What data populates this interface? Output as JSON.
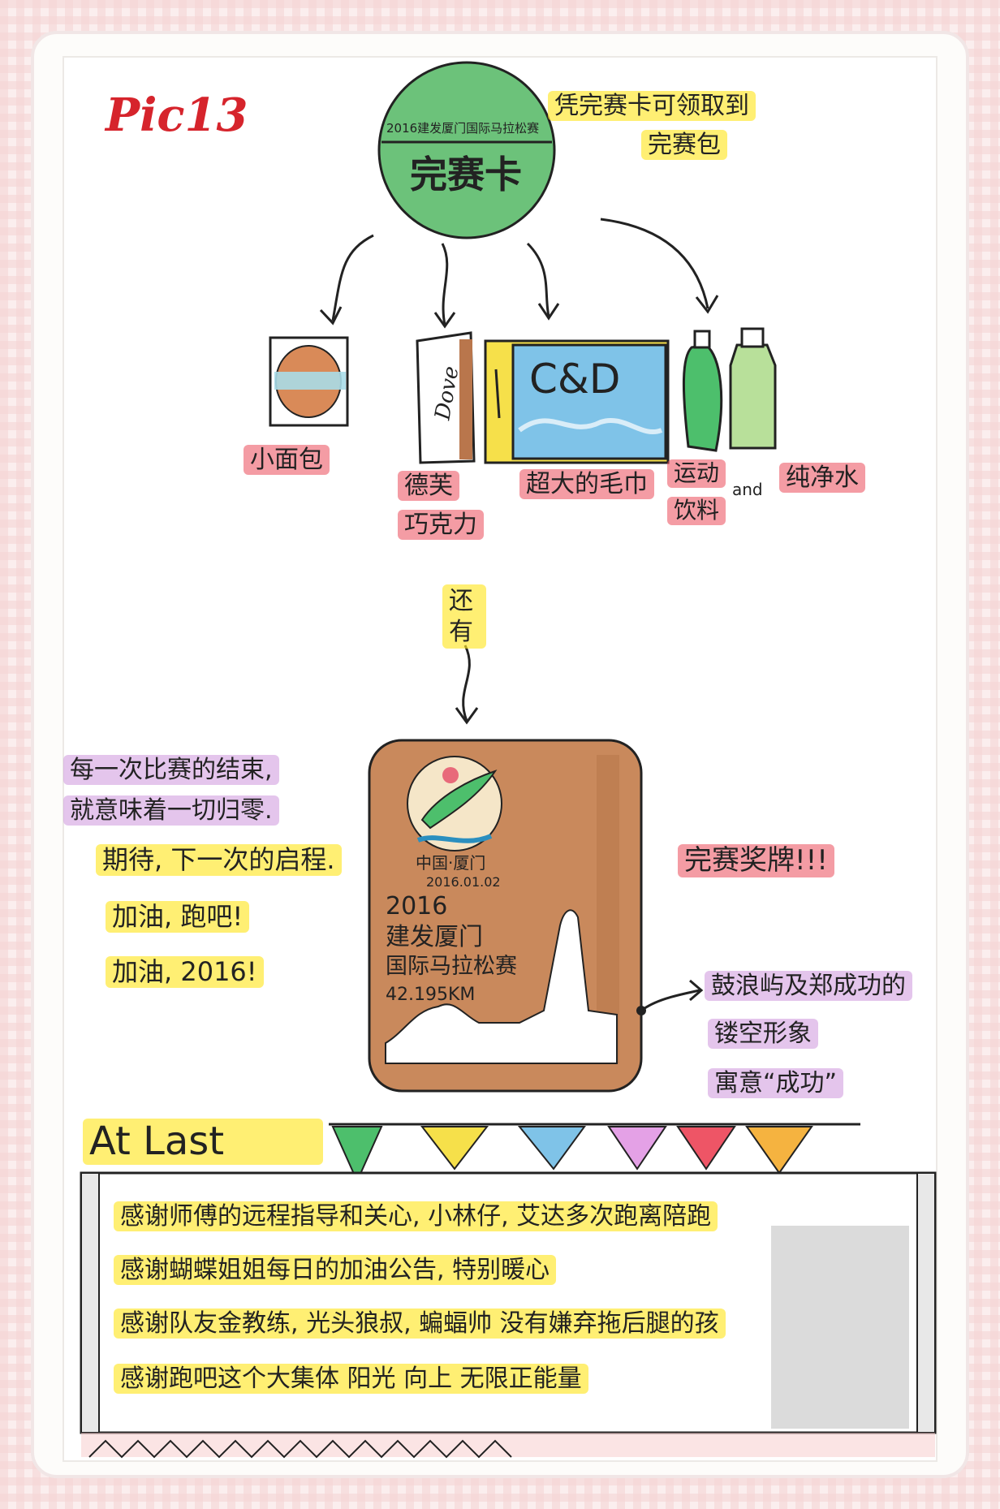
{
  "badge": {
    "label": "Pic13"
  },
  "finisher_card": {
    "event_name": "2016建发厦门国际马拉松赛",
    "title": "完赛卡",
    "note_line1": "凭完赛卡可领取到",
    "note_line2": "完赛包"
  },
  "pack_items": [
    {
      "label": "小面包"
    },
    {
      "label_line1": "德芙",
      "label_line2": "巧克力",
      "wrapper_text": "Dove"
    },
    {
      "label": "超大的毛巾",
      "towel_text": "C&D"
    },
    {
      "label_line1": "运动",
      "label_line2": "饮料"
    },
    {
      "label": "纯净水"
    }
  ],
  "connector_word": "and",
  "also": "还有",
  "left_notes": [
    "每一次比赛的结束,",
    "就意味着一切归零.",
    "期待, 下一次的启程.",
    "加油, 跑吧!",
    "加油, 2016!"
  ],
  "medal": {
    "logo_caption": "中国·厦门",
    "date": "2016.01.02",
    "year": "2016",
    "line1": "建发厦门",
    "line2": "国际马拉松赛",
    "distance": "42.195KM"
  },
  "medal_label": "完赛奖牌!!!",
  "medal_desc": [
    "鼓浪屿及郑成功的",
    "镂空形象",
    "寓意“成功”"
  ],
  "at_last": {
    "title": "At Last",
    "lines": [
      "感谢师傅的远程指导和关心, 小林仔, 艾达多次跑离陪跑",
      "感谢蝴蝶姐姐每日的加油公告, 特别暖心",
      "感谢队友金教练, 光头狼叔, 蝙蝠帅 没有嫌弃拖后腿的孩",
      "感谢跑吧这个大集体 阳光 向上 无限正能量"
    ]
  },
  "colors": {
    "paper": "#fdfcfa",
    "frame_pink": "#f7dede",
    "highlight_yellow": "#ffe628",
    "highlight_red": "#eb4b5a",
    "highlight_purple": "#cd96dc",
    "card_green": "#6cc27a",
    "medal_brown": "#c9895c",
    "towel_blue": "#7fc3e8"
  }
}
